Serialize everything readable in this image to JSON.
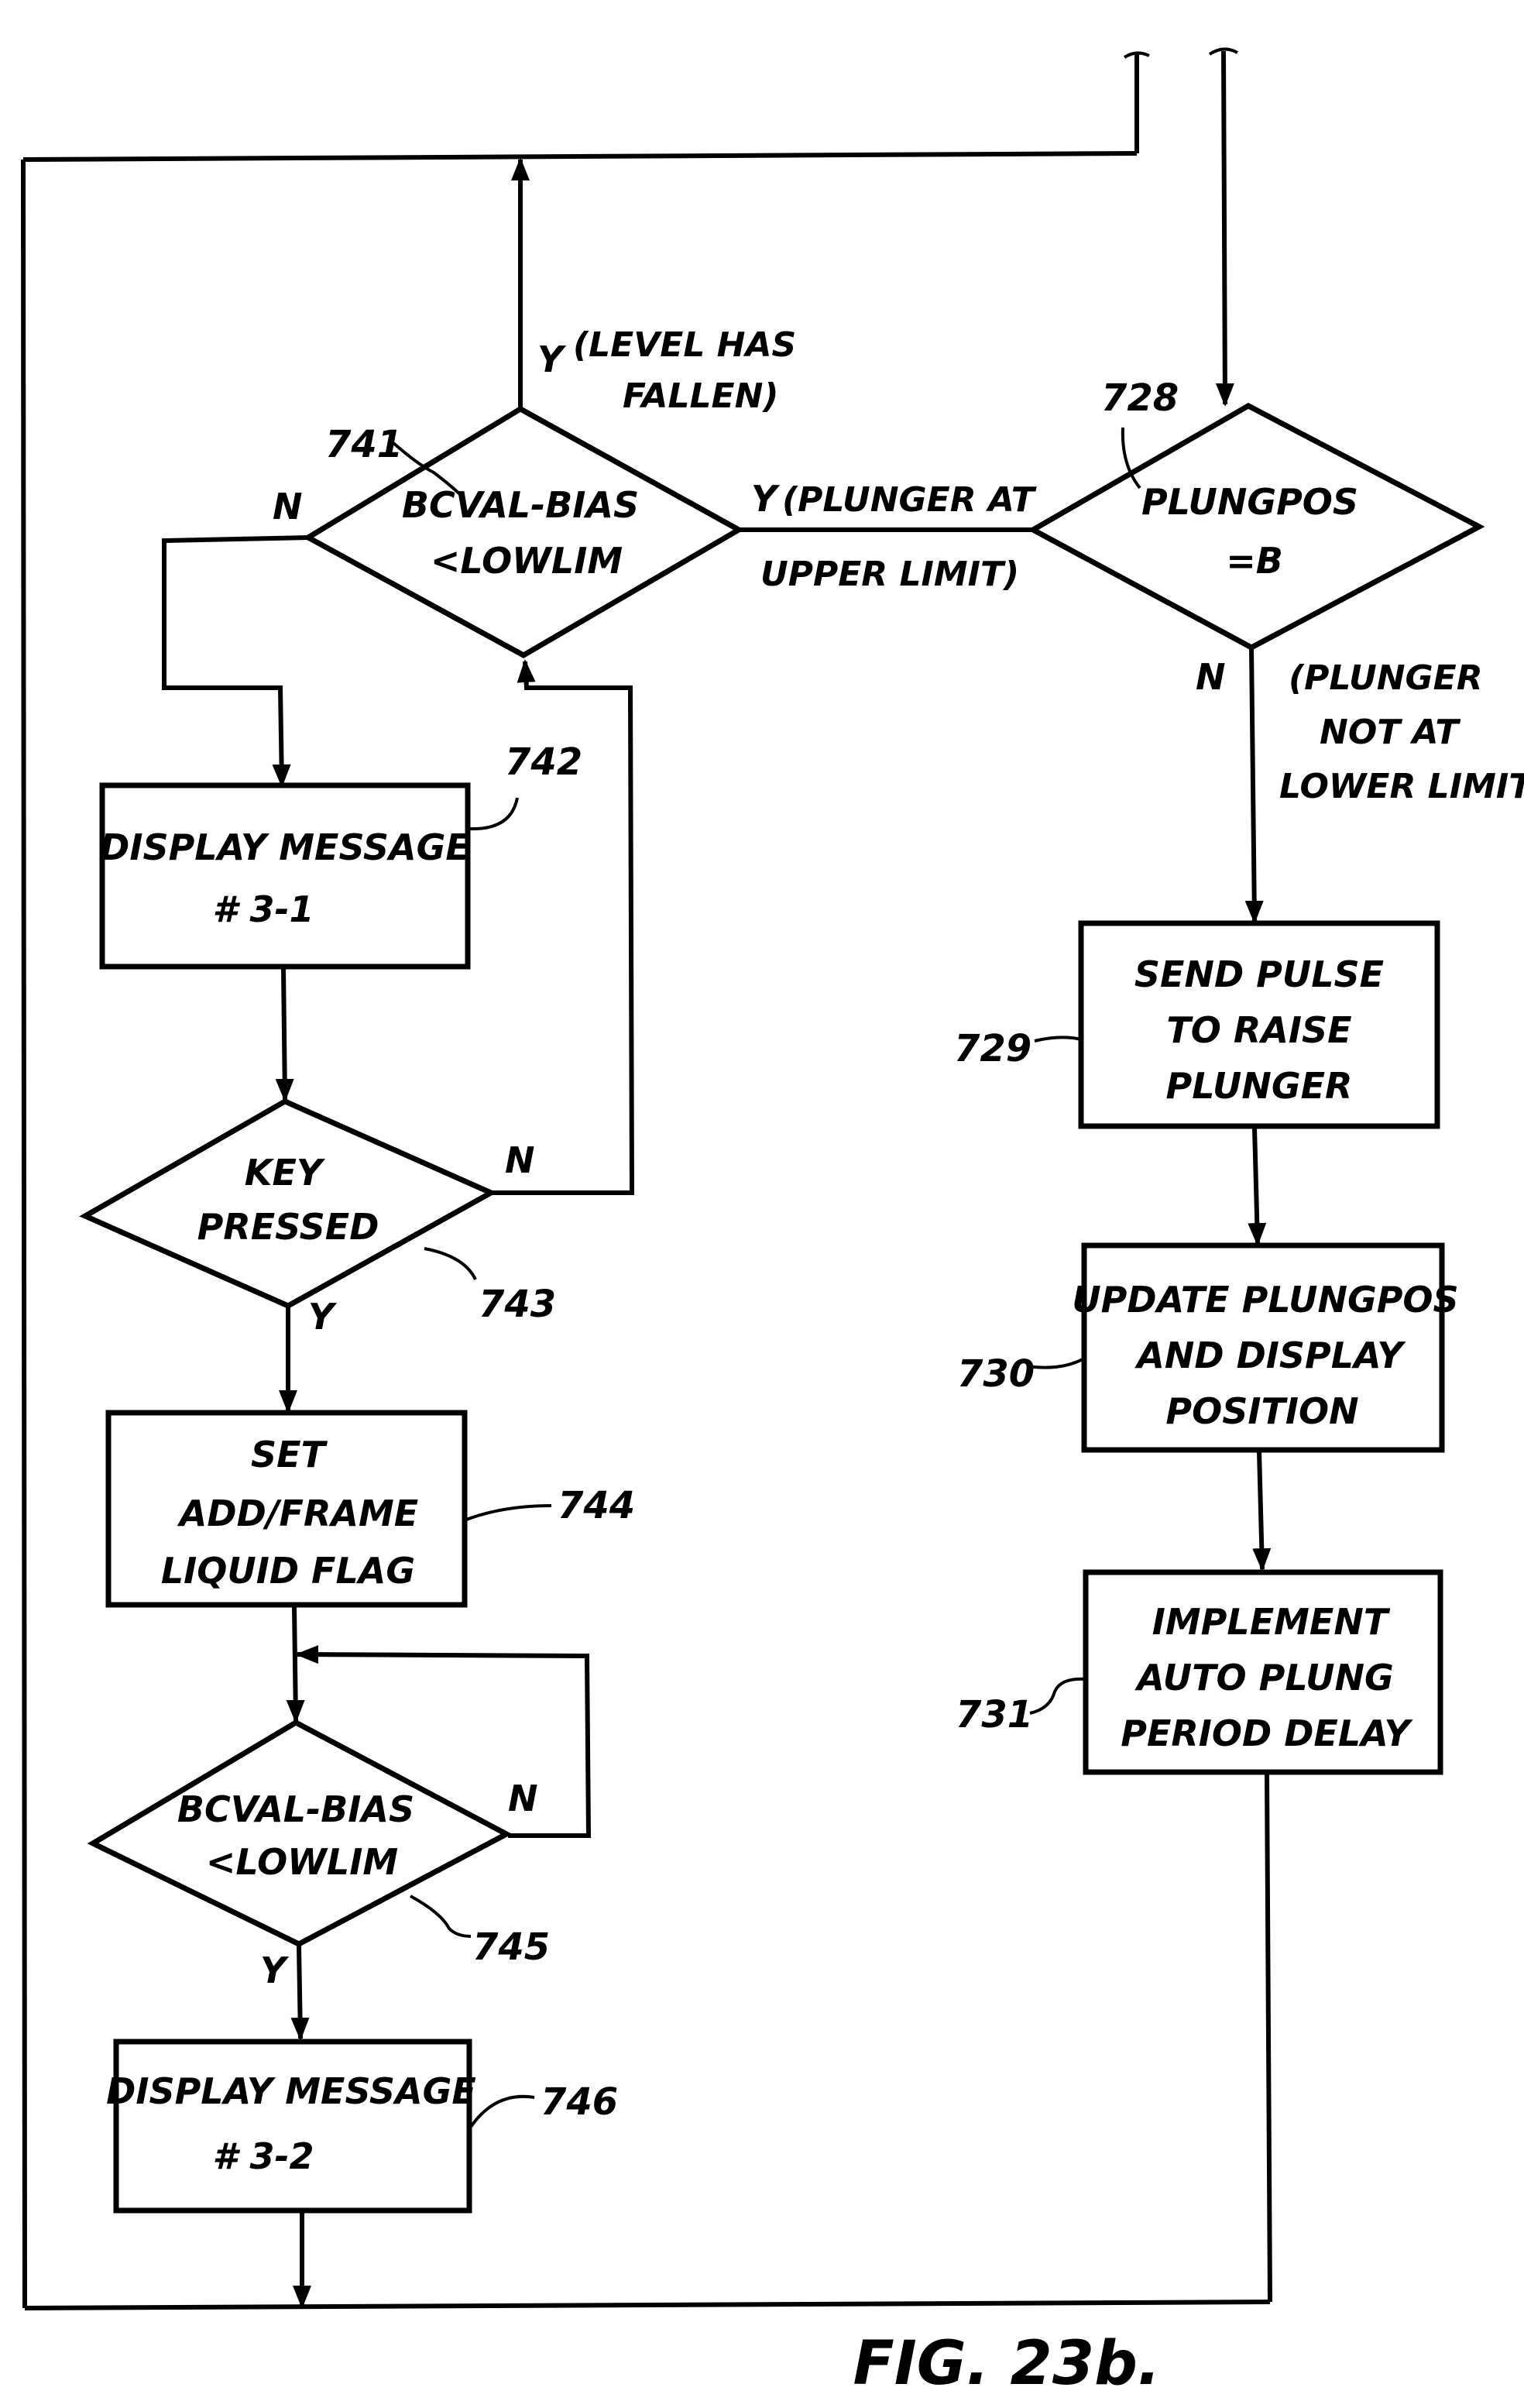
{
  "figure": {
    "caption": "FIG. 23b.",
    "type": "flowchart",
    "ink_color": "#000000",
    "background_color": "#ffffff"
  },
  "nodes": {
    "n741": {
      "ref": "741",
      "shape": "decision",
      "lines": [
        "BCVAL-BIAS",
        "<LOWLIM"
      ]
    },
    "n728": {
      "ref": "728",
      "shape": "decision",
      "lines": [
        "PLUNGPOS",
        "=B"
      ]
    },
    "n742": {
      "ref": "742",
      "shape": "process",
      "lines": [
        "DISPLAY MESSAGE",
        "# 3-1"
      ]
    },
    "n743": {
      "ref": "743",
      "shape": "decision",
      "lines": [
        "KEY",
        "PRESSED"
      ]
    },
    "n744": {
      "ref": "744",
      "shape": "process",
      "lines": [
        "SET",
        "ADD/FRAME",
        "LIQUID FLAG"
      ]
    },
    "n745": {
      "ref": "745",
      "shape": "decision",
      "lines": [
        "BCVAL-BIAS",
        "<LOWLIM"
      ]
    },
    "n746": {
      "ref": "746",
      "shape": "process",
      "lines": [
        "DISPLAY MESSAGE",
        "# 3-2"
      ]
    },
    "n729": {
      "ref": "729",
      "shape": "process",
      "lines": [
        "SEND PULSE",
        "TO RAISE",
        "PLUNGER"
      ]
    },
    "n730": {
      "ref": "730",
      "shape": "process",
      "lines": [
        "UPDATE PLUNGPOS",
        "AND DISPLAY",
        "POSITION"
      ]
    },
    "n731": {
      "ref": "731",
      "shape": "process",
      "lines": [
        "IMPLEMENT",
        "AUTO PLUNG",
        "PERIOD DELAY"
      ]
    }
  },
  "edges": {
    "e741_yes": {
      "from": "741",
      "to": "off-page (top)",
      "label": "Y",
      "note_lines": [
        "(LEVEL HAS",
        "FALLEN)"
      ]
    },
    "e741_no": {
      "from": "741",
      "to": "742",
      "label": "N"
    },
    "e728_yes": {
      "from": "728",
      "to": "741",
      "label": "Y",
      "note_lines": [
        "(PLUNGER AT",
        "UPPER LIMIT)"
      ]
    },
    "e728_no": {
      "from": "728",
      "to": "729",
      "label": "N",
      "note_lines": [
        "(PLUNGER",
        "NOT AT",
        "LOWER LIMIT)"
      ]
    },
    "e742_743": {
      "from": "742",
      "to": "743",
      "label": ""
    },
    "e743_no": {
      "from": "743",
      "to": "741",
      "label": "N"
    },
    "e743_yes": {
      "from": "743",
      "to": "744",
      "label": "Y"
    },
    "e744_745": {
      "from": "744",
      "to": "745",
      "label": ""
    },
    "e745_no": {
      "from": "745",
      "to": "745",
      "label": "N"
    },
    "e745_yes": {
      "from": "745",
      "to": "746",
      "label": "Y"
    },
    "e746_out": {
      "from": "746",
      "to": "loop (left border)",
      "label": ""
    },
    "e729_730": {
      "from": "729",
      "to": "730",
      "label": ""
    },
    "e730_731": {
      "from": "730",
      "to": "731",
      "label": ""
    },
    "e731_out": {
      "from": "731",
      "to": "loop (bottom border)",
      "label": ""
    },
    "in_top": {
      "from": "off-page (top)",
      "to": "728",
      "label": ""
    }
  }
}
